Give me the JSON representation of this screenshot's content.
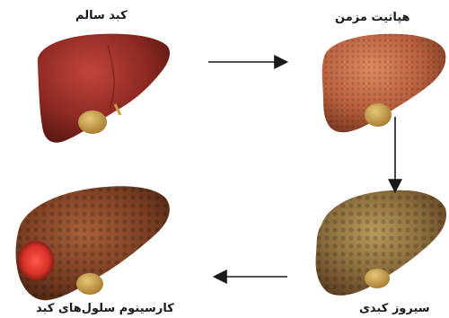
{
  "stages": {
    "healthy": {
      "label": "کبد سالم"
    },
    "chronic_hepatitis": {
      "label": "هپاتیت مزمن"
    },
    "cirrhosis": {
      "label": "سیروز کبدی"
    },
    "carcinoma": {
      "label": "کارسینوم سلول‌های کبد"
    }
  },
  "colors": {
    "healthy": "#8e2a22",
    "hepatitis": "#b9603e",
    "cirrhosis": "#8a6b3c",
    "carcinoma": "#7a3e22",
    "tumor": "#d8322a",
    "gallbladder": "#c9a04a"
  }
}
